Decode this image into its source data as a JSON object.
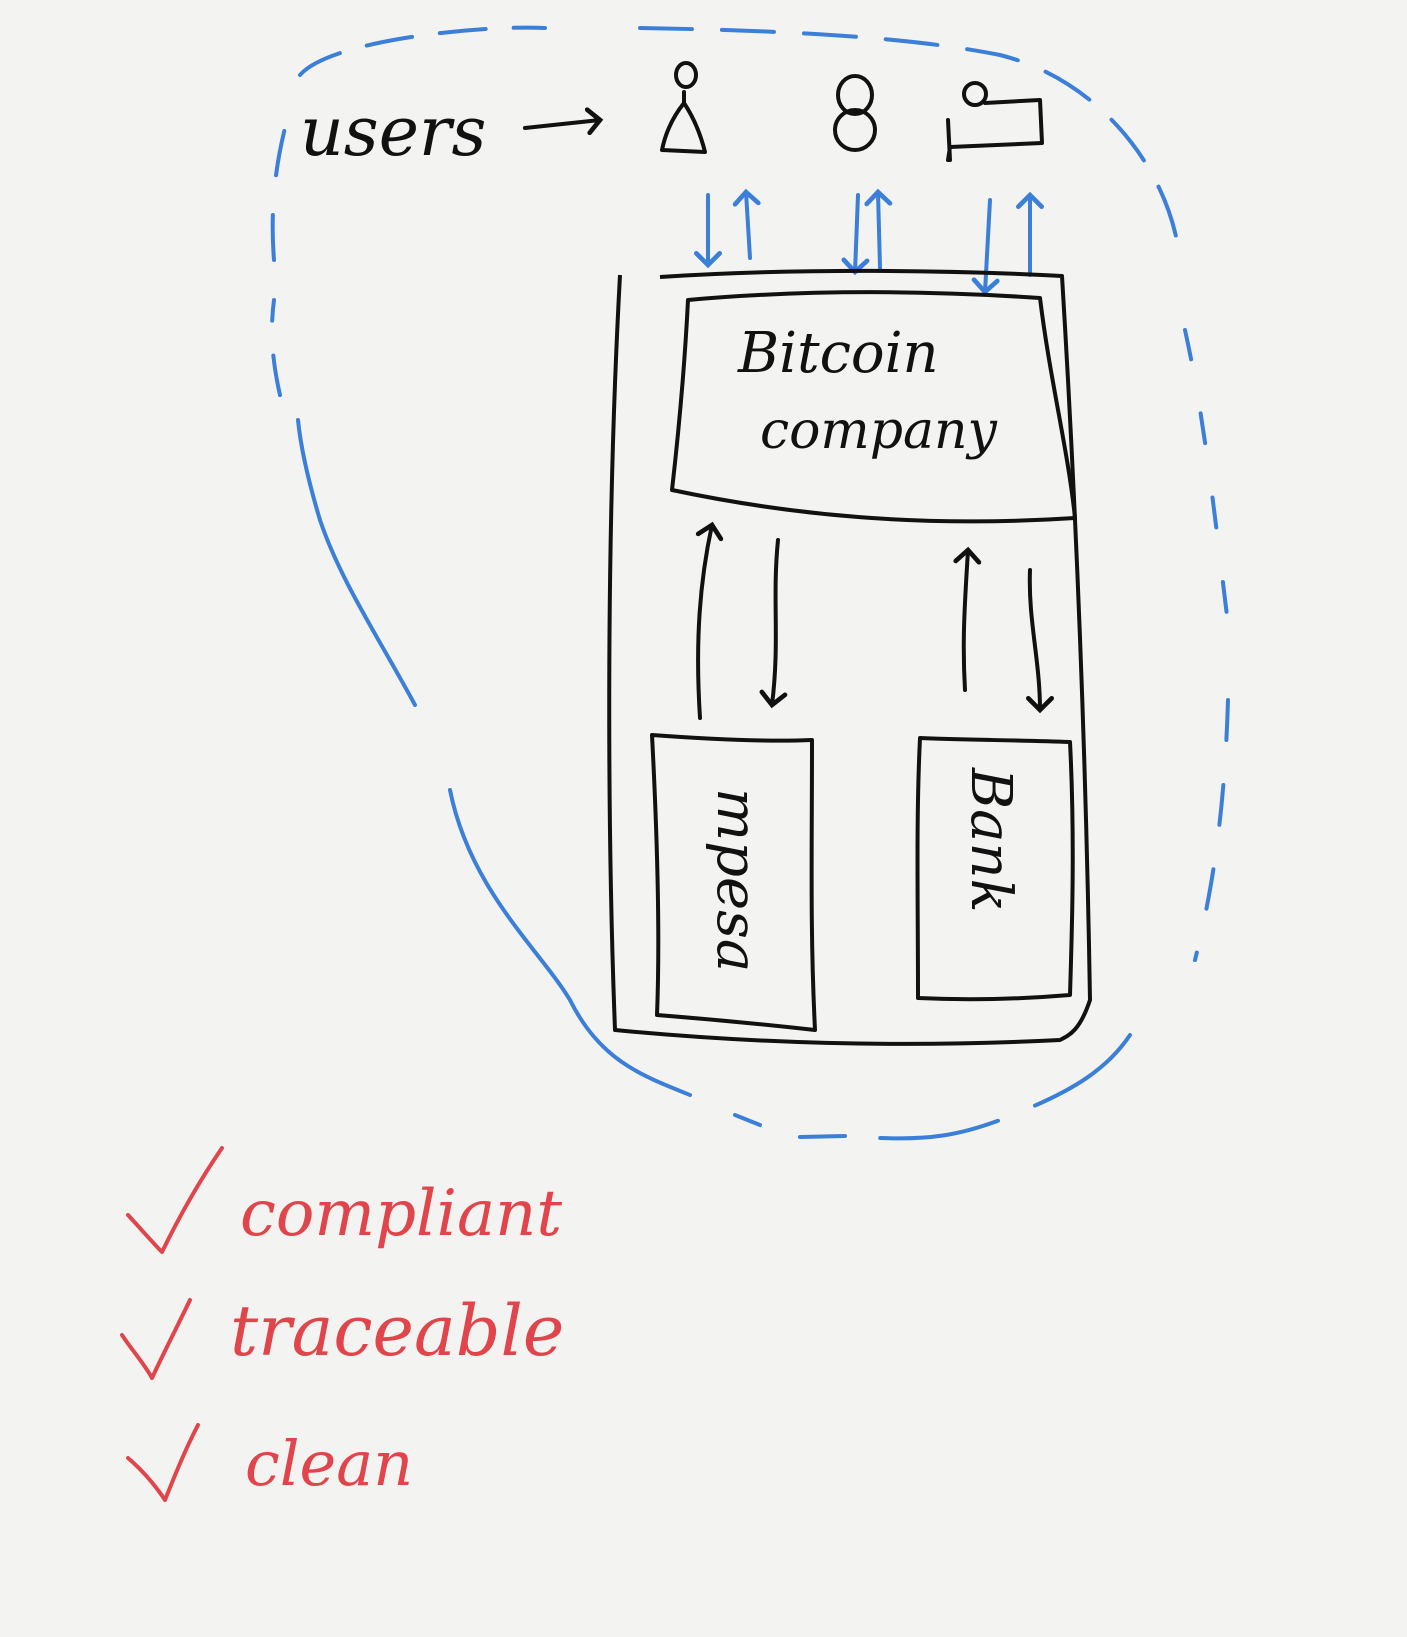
{
  "colors": {
    "paper": "#f3f3f1",
    "ink": "#111111",
    "boundary": "#3b7fd9",
    "checks": "#e0454b"
  },
  "diagram": {
    "users_label": "users",
    "user_icons": [
      "person-icon",
      "person-icon",
      "person-icon"
    ],
    "company_label_line1": "Bitcoin",
    "company_label_line2": "company",
    "mpesa_label": "mpesa",
    "bank_label": "Bank"
  },
  "checklist": {
    "items": [
      "compliant",
      "traceable",
      "clean"
    ]
  }
}
